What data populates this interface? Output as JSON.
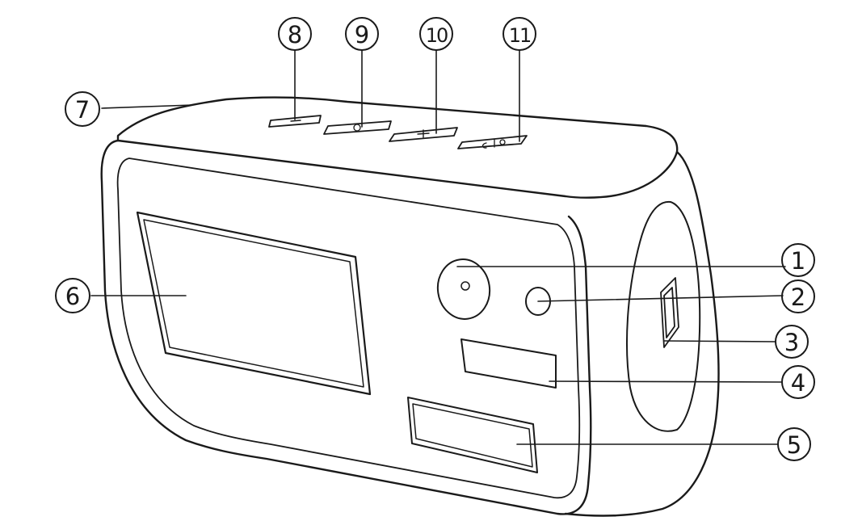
{
  "diagram": {
    "stroke_color": "#1a1a1a",
    "background": "#ffffff",
    "callouts": [
      {
        "id": "c1",
        "label": "1"
      },
      {
        "id": "c2",
        "label": "2"
      },
      {
        "id": "c3",
        "label": "3"
      },
      {
        "id": "c4",
        "label": "4"
      },
      {
        "id": "c5",
        "label": "5"
      },
      {
        "id": "c6",
        "label": "6"
      },
      {
        "id": "c7",
        "label": "7"
      },
      {
        "id": "c8",
        "label": "8"
      },
      {
        "id": "c9",
        "label": "9"
      },
      {
        "id": "c10",
        "label": "10"
      },
      {
        "id": "c11",
        "label": "11"
      }
    ],
    "button_icons": [
      "minus-icon",
      "alarm-clock-icon",
      "plus-icon",
      "moon-sun-toggle-icon"
    ]
  }
}
